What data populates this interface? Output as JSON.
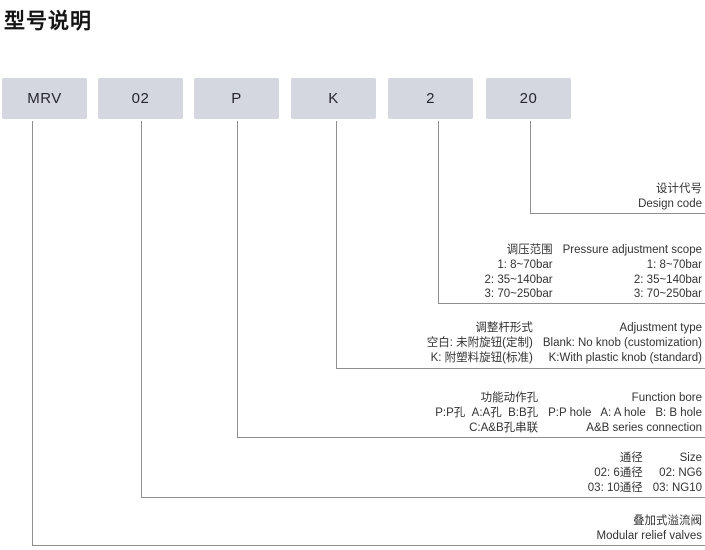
{
  "title": "型号说明",
  "colors": {
    "box_fill": "#d4d6e0",
    "box_text": "#26262c",
    "line": "#8f8f8f",
    "text": "#333333",
    "title": "#141414"
  },
  "model_boxes": [
    {
      "label": "MRV"
    },
    {
      "label": "02"
    },
    {
      "label": "P"
    },
    {
      "label": "K"
    },
    {
      "label": "2"
    },
    {
      "label": "20"
    }
  ],
  "sections": {
    "design_code": {
      "cn": "设计代号",
      "en": "Design code"
    },
    "pressure": {
      "header_cn": "调压范围",
      "header_en": "Pressure adjustment scope",
      "rows": [
        {
          "cn": "1: 8~70bar",
          "en": "1: 8~70bar"
        },
        {
          "cn": "2: 35~140bar",
          "en": "2: 35~140bar"
        },
        {
          "cn": "3: 70~250bar",
          "en": "3: 70~250bar"
        }
      ]
    },
    "adjustment": {
      "header_cn": "调整杆形式",
      "header_en": "Adjustment type",
      "rows": [
        {
          "cn": "空白: 未附旋钮(定制)",
          "en": "Blank: No knob (customization)"
        },
        {
          "cn": "K: 附塑料旋钮(标准)",
          "en": "K:With plastic knob (standard)"
        }
      ]
    },
    "function_bore": {
      "header_cn": "功能动作孔",
      "header_en": "Function bore",
      "rows": [
        {
          "cn": "P:P孔  A:A孔  B:B孔",
          "en": "P:P hole   A: A hole   B: B hole"
        },
        {
          "cn": "C:A&B孔串联",
          "en": "A&B series connection"
        }
      ]
    },
    "size": {
      "header_cn": "通径",
      "header_en": "Size",
      "rows": [
        {
          "cn": "02: 6通径",
          "en": "02: NG6"
        },
        {
          "cn": "03: 10通径",
          "en": "03: NG10"
        }
      ]
    },
    "product": {
      "cn": "叠加式溢流阀",
      "en": "Modular relief valves"
    }
  }
}
